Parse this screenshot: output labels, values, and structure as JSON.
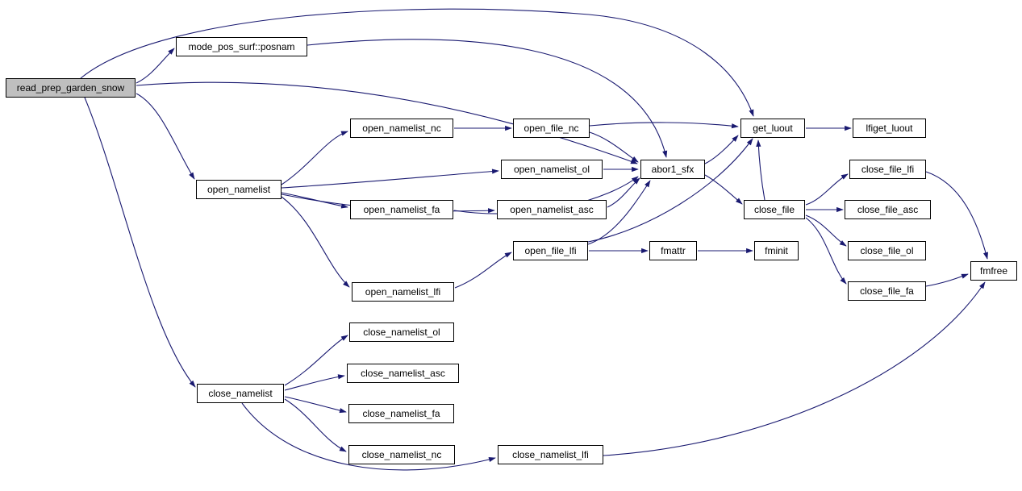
{
  "graph": {
    "type": "call-graph",
    "colors": {
      "edge": "#191970",
      "node_border": "#000000",
      "node_fill": "#ffffff",
      "highlight_fill": "#bfbfbf",
      "background": "#ffffff"
    },
    "nodes": {
      "read_prep": {
        "label": "read_prep_garden_snow",
        "highlighted": true
      },
      "posnam": {
        "label": "mode_pos_surf::posnam"
      },
      "open_namelist_nc": {
        "label": "open_namelist_nc"
      },
      "open_file_nc": {
        "label": "open_file_nc"
      },
      "open_namelist": {
        "label": "open_namelist"
      },
      "open_namelist_ol": {
        "label": "open_namelist_ol"
      },
      "open_namelist_fa": {
        "label": "open_namelist_fa"
      },
      "open_namelist_asc": {
        "label": "open_namelist_asc"
      },
      "abor1_sfx": {
        "label": "abor1_sfx"
      },
      "get_luout": {
        "label": "get_luout"
      },
      "lfiget_luout": {
        "label": "lfiget_luout"
      },
      "close_file_lfi": {
        "label": "close_file_lfi"
      },
      "close_file": {
        "label": "close_file"
      },
      "close_file_asc": {
        "label": "close_file_asc"
      },
      "close_file_ol": {
        "label": "close_file_ol"
      },
      "open_file_lfi": {
        "label": "open_file_lfi"
      },
      "fmattr": {
        "label": "fmattr"
      },
      "fminit": {
        "label": "fminit"
      },
      "close_file_fa": {
        "label": "close_file_fa"
      },
      "fmfree": {
        "label": "fmfree"
      },
      "open_namelist_lfi": {
        "label": "open_namelist_lfi"
      },
      "close_namelist_ol": {
        "label": "close_namelist_ol"
      },
      "close_namelist_asc": {
        "label": "close_namelist_asc"
      },
      "close_namelist": {
        "label": "close_namelist"
      },
      "close_namelist_fa": {
        "label": "close_namelist_fa"
      },
      "close_namelist_nc": {
        "label": "close_namelist_nc"
      },
      "close_namelist_lfi": {
        "label": "close_namelist_lfi"
      }
    },
    "edges": [
      {
        "from": "read_prep_garden_snow",
        "to": "mode_pos_surf::posnam"
      },
      {
        "from": "read_prep_garden_snow",
        "to": "open_namelist"
      },
      {
        "from": "read_prep_garden_snow",
        "to": "close_namelist"
      },
      {
        "from": "read_prep_garden_snow",
        "to": "abor1_sfx"
      },
      {
        "from": "read_prep_garden_snow",
        "to": "get_luout"
      },
      {
        "from": "mode_pos_surf::posnam",
        "to": "abor1_sfx"
      },
      {
        "from": "open_namelist",
        "to": "open_namelist_nc"
      },
      {
        "from": "open_namelist",
        "to": "open_namelist_ol"
      },
      {
        "from": "open_namelist",
        "to": "open_namelist_fa"
      },
      {
        "from": "open_namelist",
        "to": "open_namelist_asc"
      },
      {
        "from": "open_namelist",
        "to": "open_namelist_lfi"
      },
      {
        "from": "open_namelist_nc",
        "to": "open_file_nc"
      },
      {
        "from": "open_file_nc",
        "to": "abor1_sfx"
      },
      {
        "from": "open_file_nc",
        "to": "get_luout"
      },
      {
        "from": "open_namelist_ol",
        "to": "abor1_sfx"
      },
      {
        "from": "open_namelist_asc",
        "to": "abor1_sfx"
      },
      {
        "from": "open_namelist_fa",
        "to": "abor1_sfx"
      },
      {
        "from": "open_namelist_lfi",
        "to": "open_file_lfi"
      },
      {
        "from": "open_file_lfi",
        "to": "fmattr"
      },
      {
        "from": "open_file_lfi",
        "to": "abor1_sfx"
      },
      {
        "from": "open_file_lfi",
        "to": "get_luout"
      },
      {
        "from": "fmattr",
        "to": "fminit"
      },
      {
        "from": "abor1_sfx",
        "to": "get_luout"
      },
      {
        "from": "abor1_sfx",
        "to": "close_file"
      },
      {
        "from": "get_luout",
        "to": "lfiget_luout"
      },
      {
        "from": "close_file",
        "to": "get_luout"
      },
      {
        "from": "close_file",
        "to": "close_file_lfi"
      },
      {
        "from": "close_file",
        "to": "close_file_asc"
      },
      {
        "from": "close_file",
        "to": "close_file_ol"
      },
      {
        "from": "close_file",
        "to": "close_file_fa"
      },
      {
        "from": "close_file_lfi",
        "to": "fmfree"
      },
      {
        "from": "close_file_fa",
        "to": "fmfree"
      },
      {
        "from": "close_namelist",
        "to": "close_namelist_ol"
      },
      {
        "from": "close_namelist",
        "to": "close_namelist_asc"
      },
      {
        "from": "close_namelist",
        "to": "close_namelist_fa"
      },
      {
        "from": "close_namelist",
        "to": "close_namelist_nc"
      },
      {
        "from": "close_namelist",
        "to": "close_namelist_lfi"
      },
      {
        "from": "close_namelist_lfi",
        "to": "fmfree"
      }
    ]
  }
}
